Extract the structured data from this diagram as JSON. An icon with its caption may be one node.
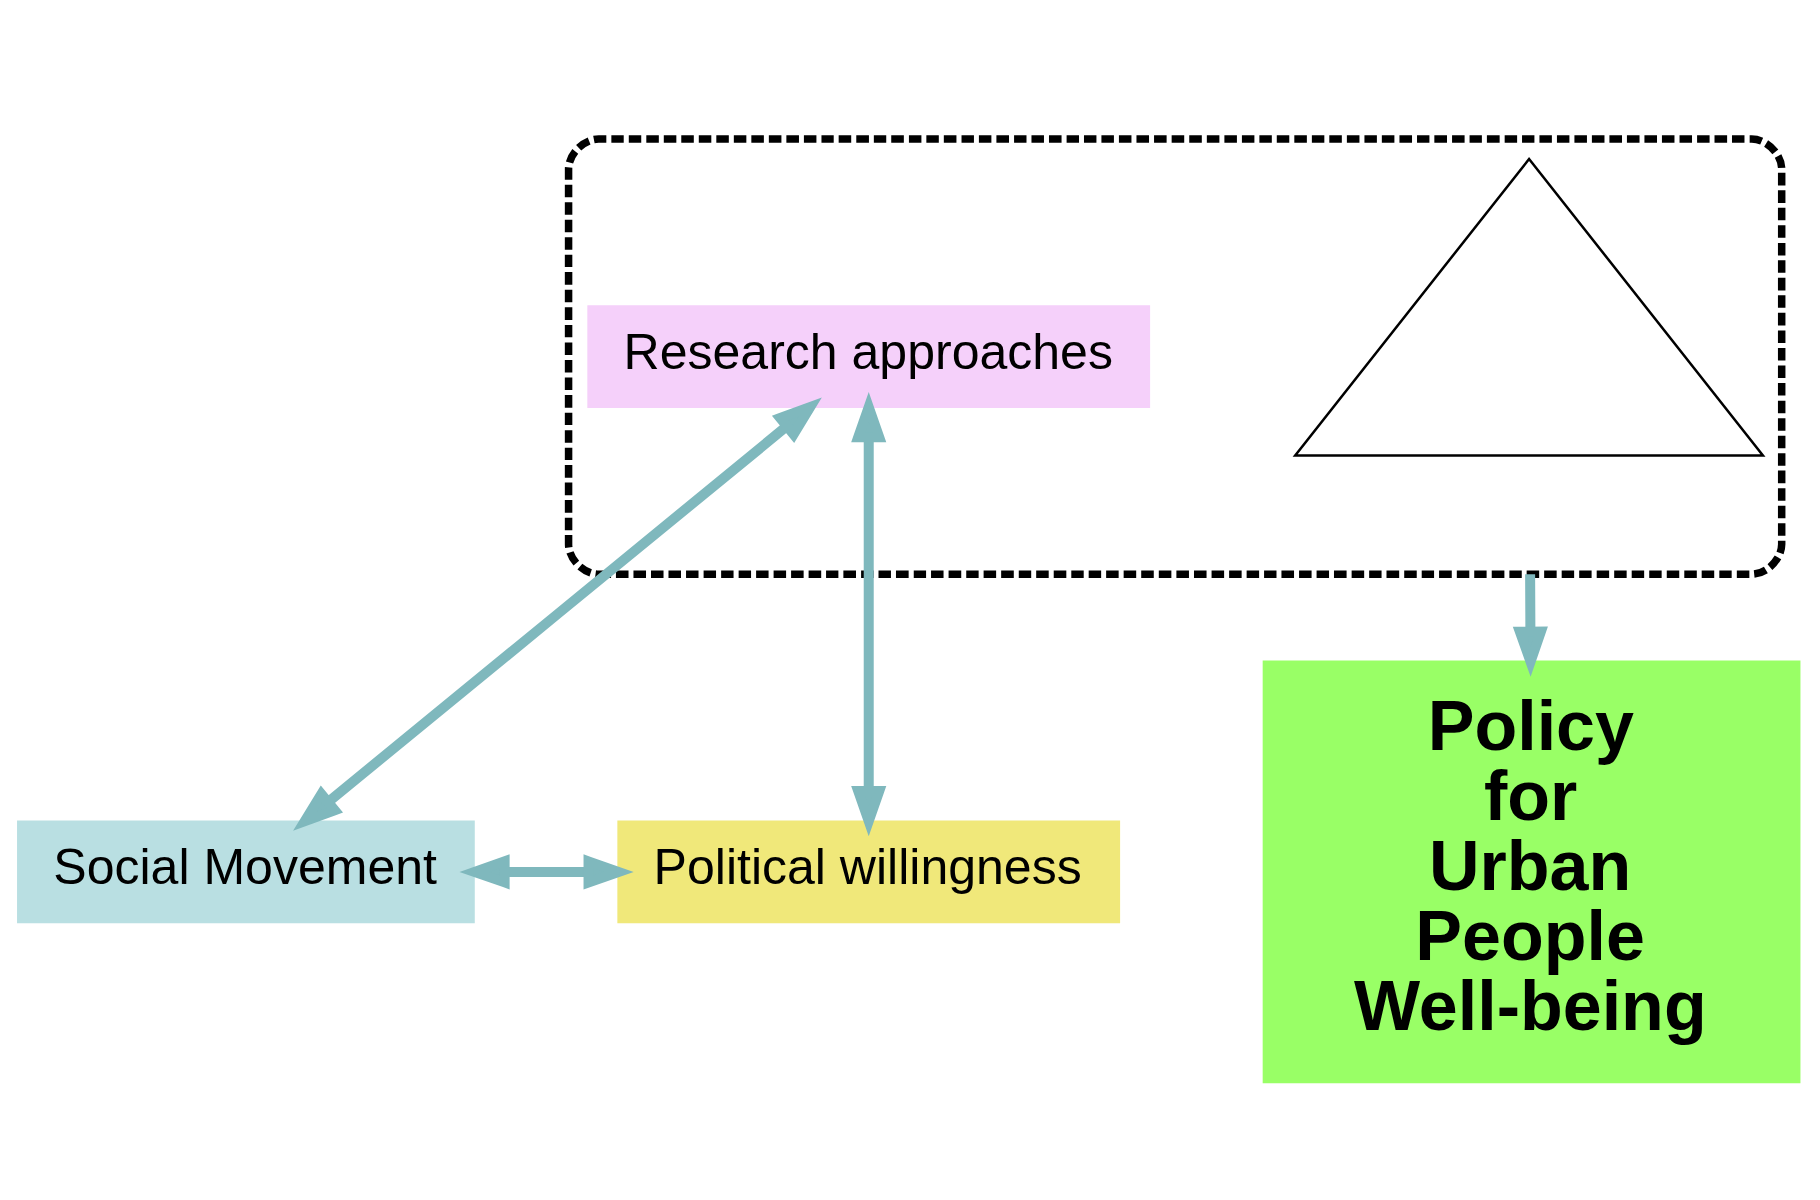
{
  "diagram": {
    "nodes": [
      {
        "text": [],
        "shape": "ellipse"
      },
      {
        "text": [
          "Research approaches"
        ],
        "in": 0
      },
      {
        "text": [],
        "shape": "triangle",
        "in": 0
      },
      {
        "text": [
          "Social Movement"
        ]
      },
      {
        "text": [
          "Political willingness"
        ]
      },
      {
        "text": [
          "Policy for Urban People Well-being"
        ]
      }
    ],
    "edges": [
      {
        "from": 0,
        "to": 5,
        "arrow": "to"
      },
      {
        "from": 1,
        "to": 3,
        "arrow": "both"
      },
      {
        "from": 1,
        "to": 4,
        "arrow": "both"
      },
      {
        "from": 3,
        "to": 4,
        "arrow": "both"
      }
    ]
  }
}
